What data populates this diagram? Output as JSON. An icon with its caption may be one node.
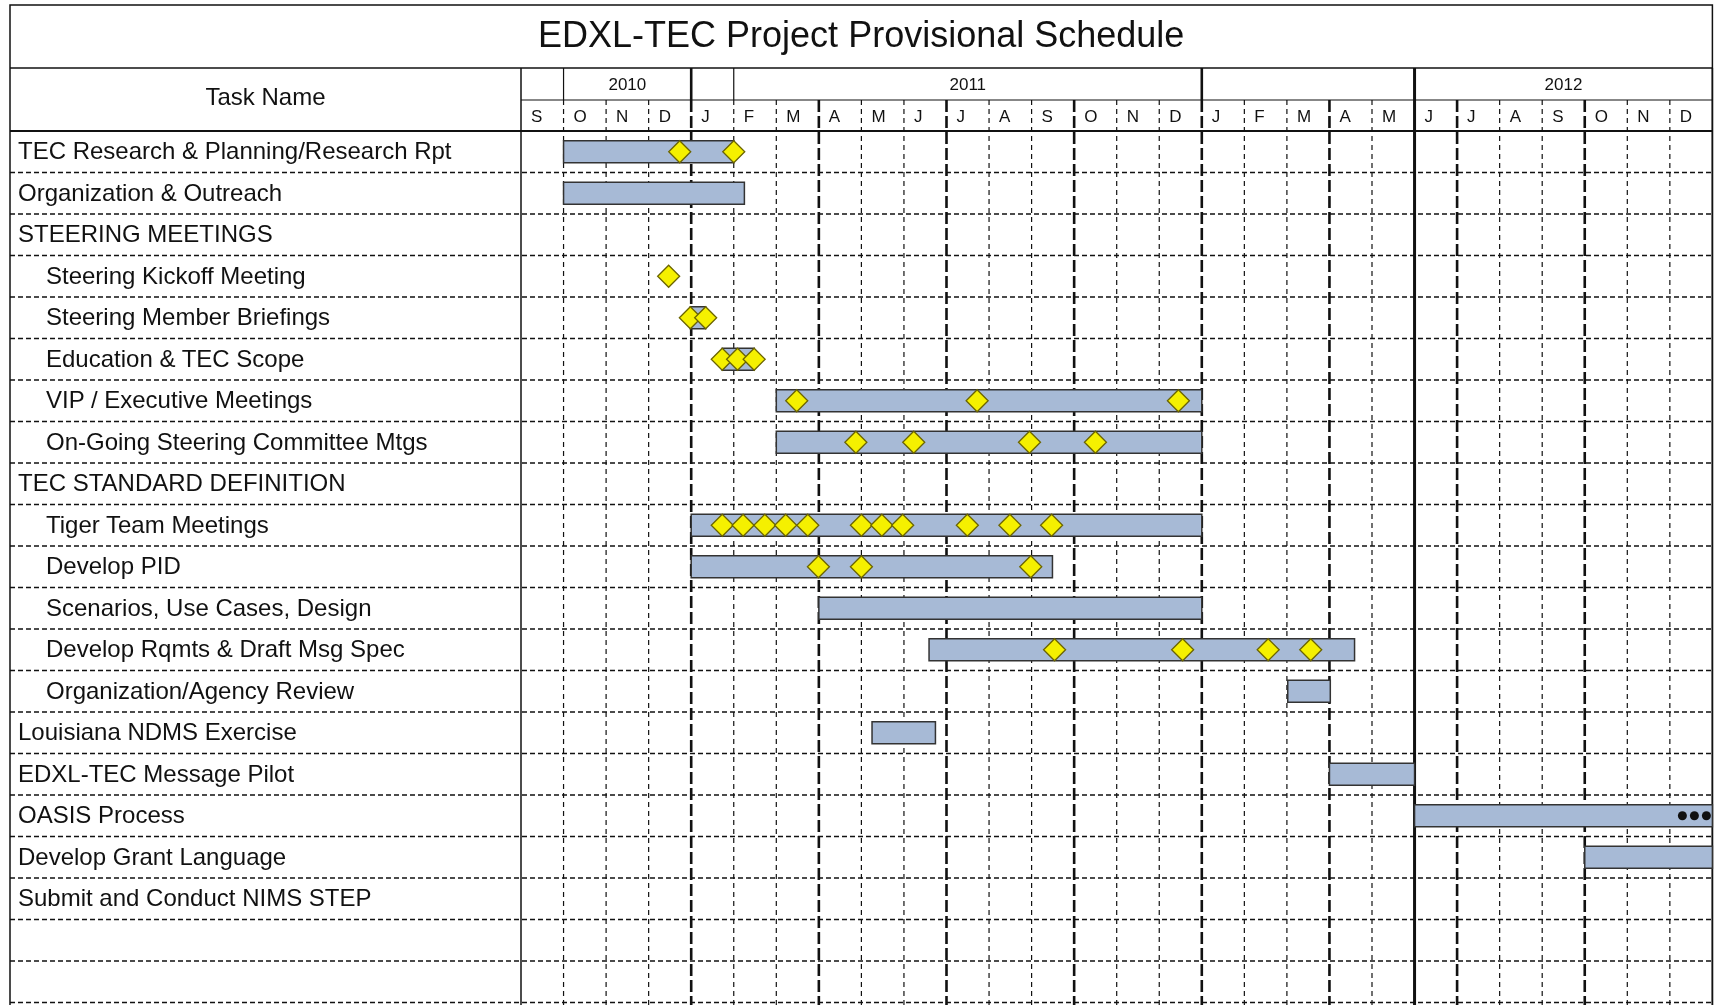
{
  "diagram": {
    "title": "EDXL-TEC Project Provisional Schedule",
    "labels": [
      "Task Name",
      "2010",
      "2011",
      "2012",
      "S",
      "O",
      "N",
      "D",
      "J",
      "F",
      "M",
      "A",
      "M",
      "J",
      "J",
      "A",
      "S",
      "O",
      "N",
      "D",
      "J",
      "F",
      "M",
      "A",
      "M",
      "J",
      "J",
      "A",
      "S",
      "O",
      "N",
      "D",
      "TEC Research & Planning/Research Rpt",
      "Organization & Outreach",
      "STEERING MEETINGS",
      "Steering Kickoff Meeting",
      "Steering Member Briefings",
      "Education & TEC Scope",
      "VIP / Executive Meetings",
      "On-Going Steering Committee Mtgs",
      "TEC STANDARD DEFINITION",
      "Tiger Team Meetings",
      "Develop PID",
      "Scenarios, Use Cases, Design",
      "Develop Rqmts & Draft Msg Spec",
      "Organization/Agency Review",
      "Louisiana NDMS Exercise",
      "EDXL-TEC Message Pilot",
      "OASIS Process",
      "Develop Grant Language",
      "Submit and Conduct NIMS STEP"
    ]
  }
}
